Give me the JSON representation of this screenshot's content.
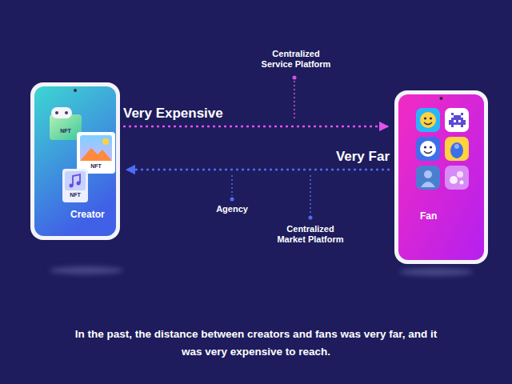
{
  "diagram": {
    "caption": "In the past, the distance between creators and fans was very far, and it was very expensive to reach.",
    "nodes": [
      {
        "text": [
          "Creator"
        ]
      },
      {
        "text": [
          "NFT"
        ],
        "in": 0
      },
      {
        "text": [
          "NFT"
        ],
        "in": 0
      },
      {
        "text": [
          "NFT"
        ],
        "in": 0
      },
      {
        "text": [
          "Fan"
        ]
      }
    ],
    "edges": [
      {
        "from": 0,
        "to": 4,
        "label": "Very Expensive",
        "arrow": "to"
      },
      {
        "from": 4,
        "to": 0,
        "label": "Very Far",
        "arrow": "to"
      }
    ],
    "labels": [
      "Centralized Service Platform",
      "Agency",
      "Centralized Market Platform"
    ]
  }
}
